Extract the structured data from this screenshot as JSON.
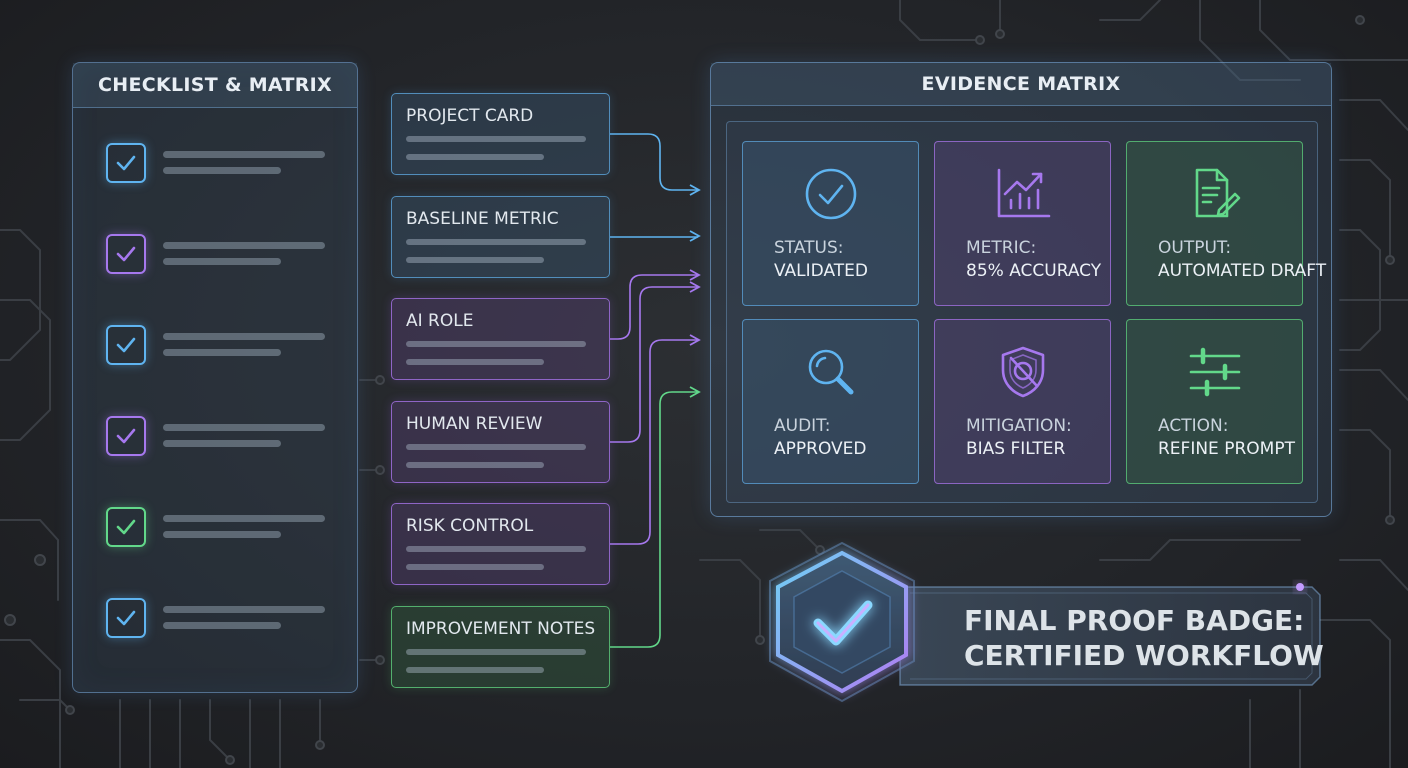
{
  "colors": {
    "blue": "#5fb4f0",
    "purple": "#a678ee",
    "green": "#62d88a",
    "background": "#25272b"
  },
  "checklist": {
    "title": "CHECKLIST & MATRIX",
    "items": [
      {
        "color": "blue",
        "checked": true
      },
      {
        "color": "purple",
        "checked": true
      },
      {
        "color": "blue",
        "checked": true
      },
      {
        "color": "purple",
        "checked": true
      },
      {
        "color": "green",
        "checked": true
      },
      {
        "color": "blue",
        "checked": true
      }
    ]
  },
  "cards": [
    {
      "label": "PROJECT CARD",
      "color": "blue"
    },
    {
      "label": "BASELINE METRIC",
      "color": "blue"
    },
    {
      "label": "AI ROLE",
      "color": "purple"
    },
    {
      "label": "HUMAN REVIEW",
      "color": "purple"
    },
    {
      "label": "RISK CONTROL",
      "color": "purple"
    },
    {
      "label": "IMPROVEMENT NOTES",
      "color": "green"
    }
  ],
  "matrix": {
    "title": "EVIDENCE MATRIX",
    "tiles": [
      {
        "label": "STATUS:",
        "value": "VALIDATED",
        "icon": "check-circle-icon",
        "color": "blue"
      },
      {
        "label": "METRIC:",
        "value": "85% ACCURACY",
        "icon": "chart-up-icon",
        "color": "purple"
      },
      {
        "label": "OUTPUT:",
        "value": "AUTOMATED DRAFT",
        "icon": "document-edit-icon",
        "color": "green"
      },
      {
        "label": "AUDIT:",
        "value": "APPROVED",
        "icon": "magnifier-icon",
        "color": "blue"
      },
      {
        "label": "MITIGATION:",
        "value": "BIAS FILTER",
        "icon": "shield-slash-icon",
        "color": "purple"
      },
      {
        "label": "ACTION:",
        "value": "REFINE PROMPT",
        "icon": "sliders-icon",
        "color": "green"
      }
    ]
  },
  "badge": {
    "line1": "FINAL PROOF BADGE:",
    "line2": "CERTIFIED WORKFLOW",
    "icon": "hexagon-check-icon"
  }
}
